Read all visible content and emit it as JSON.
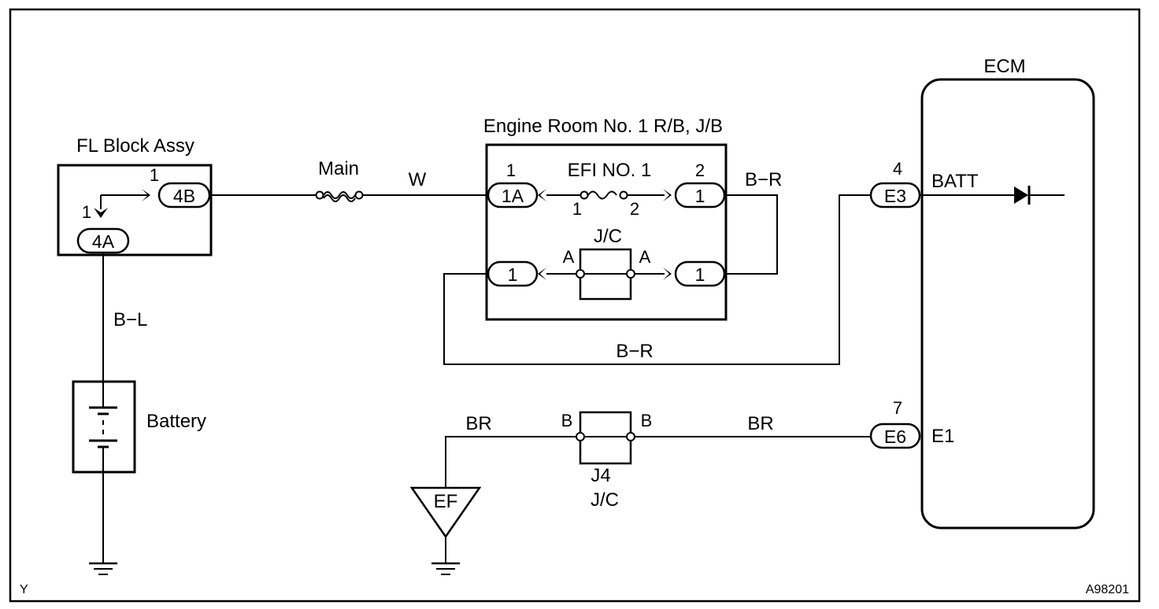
{
  "fl_block": {
    "title": "FL Block Assy",
    "conn_4b": "4B",
    "conn_4a": "4A",
    "pin_4b": "1",
    "pin_4a": "1"
  },
  "battery": {
    "label": "Battery"
  },
  "wires": {
    "bl": "B−L",
    "w": "W",
    "br_upper": "B−R",
    "br_lower": "B−R",
    "br_left": "BR",
    "br_right": "BR"
  },
  "main_fuse": {
    "label": "Main"
  },
  "engine_room": {
    "title": "Engine Room No. 1 R/B, J/B",
    "conn_1a": "1A",
    "pin_1a": "1",
    "fuse_label": "EFI NO. 1",
    "fuse_pin_left": "1",
    "fuse_pin_right": "2",
    "conn_right_top": "1",
    "pin_right_top": "2",
    "jc_label": "J/C",
    "jc_pin_left": "A",
    "jc_pin_right": "A",
    "conn_left_bottom": "1",
    "conn_right_bottom": "1"
  },
  "ecm": {
    "title": "ECM",
    "batt_label": "BATT",
    "e1_label": "E1",
    "conn_e3": "E3",
    "pin_e3": "4",
    "conn_e6": "E6",
    "pin_e6": "7"
  },
  "j4": {
    "name": "J4",
    "type": "J/C",
    "pin_left": "B",
    "pin_right": "B"
  },
  "ground_ef": {
    "label": "EF"
  },
  "corner_left": "Y",
  "figure_id": "A98201"
}
